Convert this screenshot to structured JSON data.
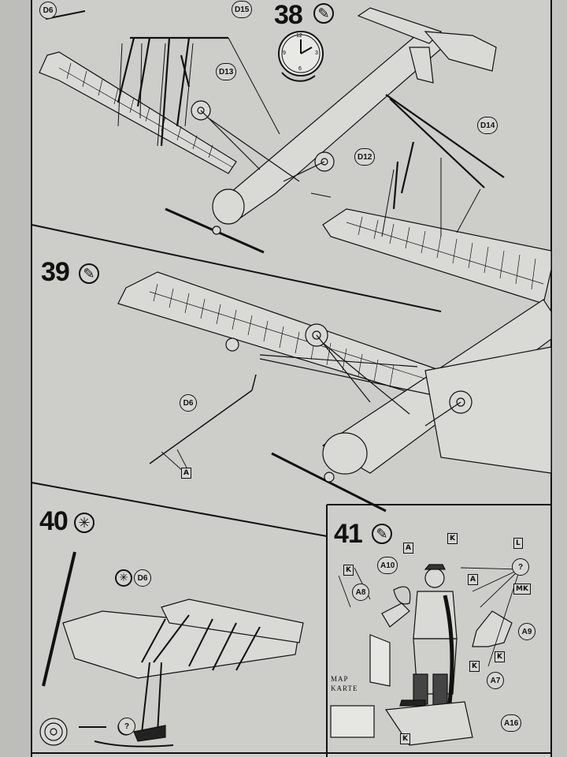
{
  "steps": [
    {
      "number": "38",
      "icons": [
        "glue-icon",
        "clock-icon"
      ]
    },
    {
      "number": "39",
      "icons": [
        "glue-icon"
      ]
    },
    {
      "number": "40",
      "icons": [
        "paint-icon"
      ]
    },
    {
      "number": "41",
      "icons": [
        "glue-icon"
      ]
    }
  ],
  "clock": {
    "numerals": [
      "12",
      "3",
      "6",
      "9"
    ]
  },
  "parts": {
    "d6": "D6",
    "d15": "D15",
    "d13": "D13",
    "d14": "D14",
    "d12": "D12",
    "a10": "A10",
    "a8": "A8",
    "a9": "A9",
    "a7": "A7",
    "a16": "A16"
  },
  "flags": {
    "a": "A",
    "k": "K",
    "l": "L",
    "mk": "MK",
    "question": "?"
  },
  "map_label": {
    "line1": "MAP",
    "line2": "KARTE"
  }
}
